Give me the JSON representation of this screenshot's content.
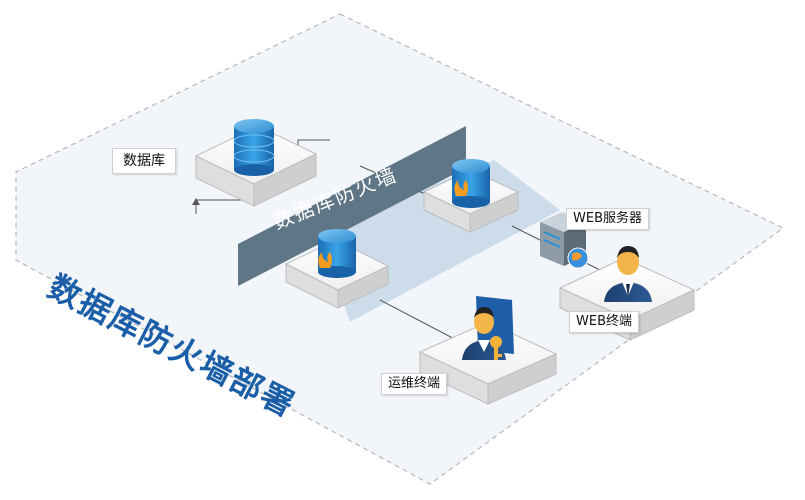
{
  "title": "数据库防火墙部署",
  "firewall_label": "数据库防火墙",
  "nodes": {
    "database": "数据库",
    "web_server": "WEB服务器",
    "web_terminal": "WEB终端",
    "ops_terminal": "运维终端"
  },
  "colors": {
    "title": "#1b5ea8",
    "banner": "#5f7687",
    "db_cylinder": "#2b8fd3",
    "firewall_zone": "#c6d7e6"
  },
  "icons": [
    "database-icon",
    "firewall-database-icon",
    "server-icon",
    "user-icon",
    "key-icon",
    "flame-icon"
  ]
}
